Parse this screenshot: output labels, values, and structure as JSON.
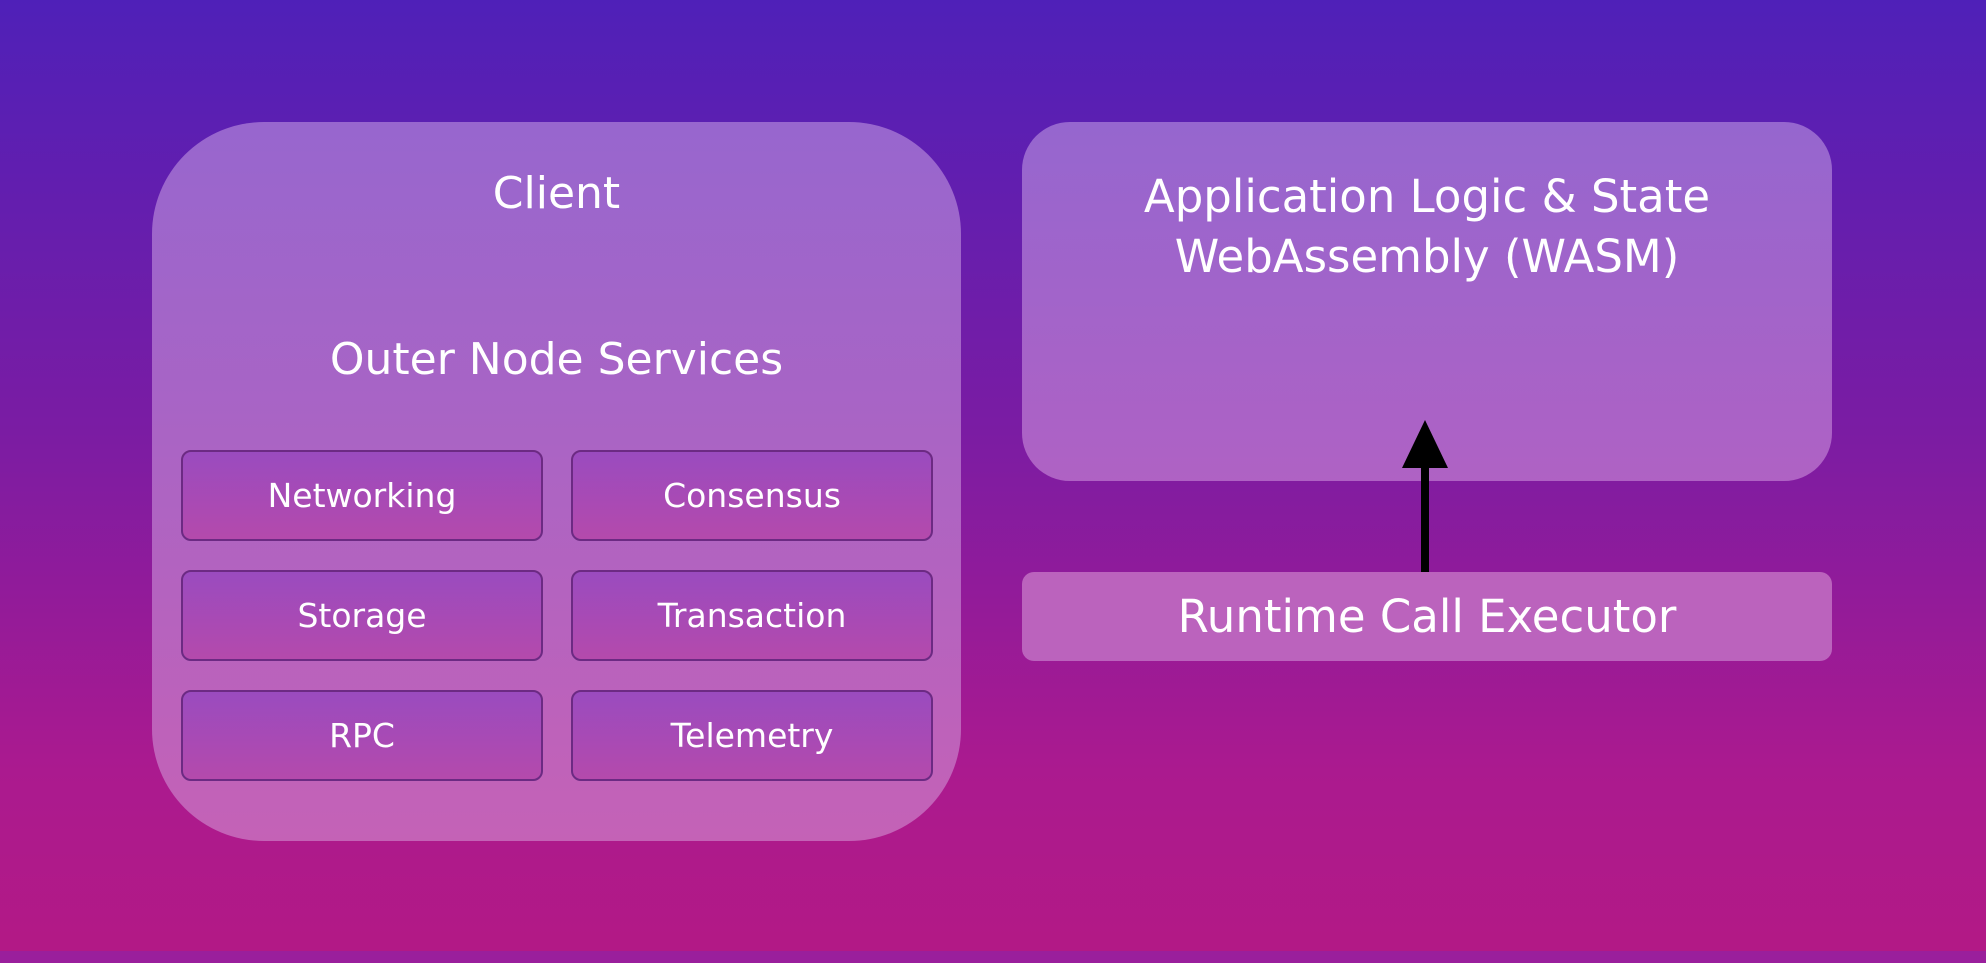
{
  "client": {
    "title": "Client",
    "subtitle": "Outer Node Services",
    "services": [
      "Networking",
      "Consensus",
      "Storage",
      "Transaction",
      "RPC",
      "Telemetry"
    ]
  },
  "application": {
    "line1": "Application Logic & State",
    "line2": "WebAssembly (WASM)"
  },
  "runtime": {
    "label": "Runtime Call Executor"
  },
  "icons": {
    "arrow": "up-arrow-icon"
  },
  "colors": {
    "background_top": "#4f20b8",
    "background_bottom": "#b31985",
    "service_border": "#6c2a83",
    "runtime_fill": "#bb63bd",
    "arrow": "#000000"
  }
}
